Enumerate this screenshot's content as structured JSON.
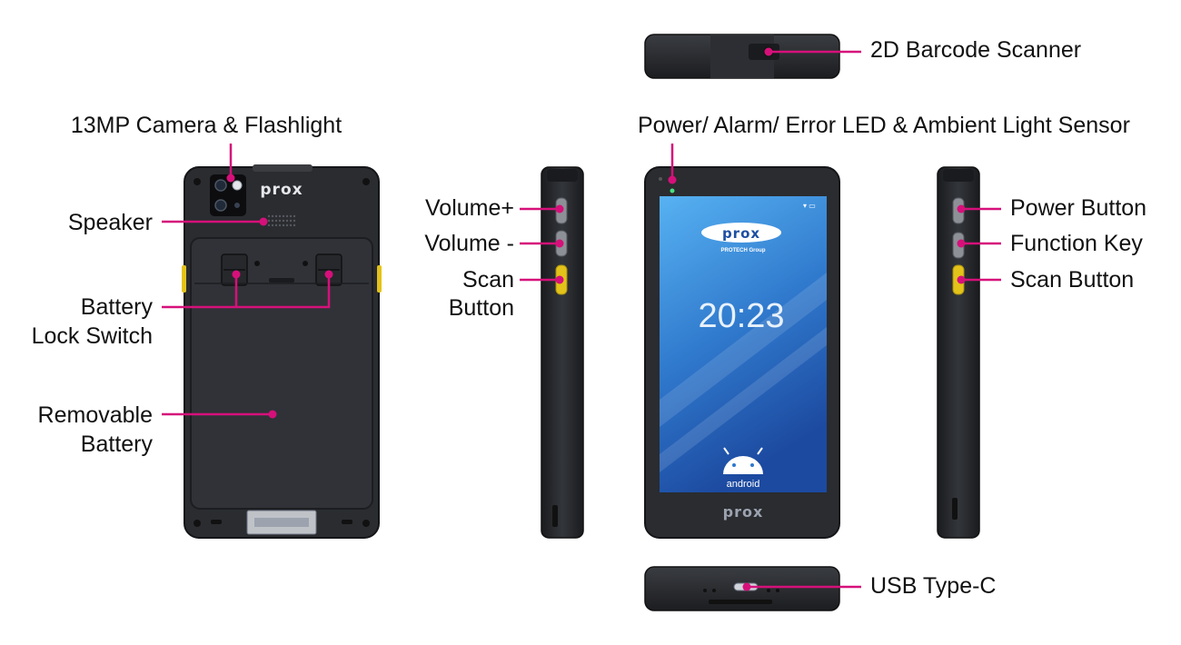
{
  "device": {
    "back_logo": "prox",
    "front_logo": "prox",
    "screen": {
      "logo": "prox",
      "group": "PROTECH Group",
      "time": "20:23",
      "os": "android"
    }
  },
  "labels": {
    "camera": "13MP Camera & Flashlight",
    "speaker": "Speaker",
    "battery_lock_1": "Battery",
    "battery_lock_2": "Lock Switch",
    "removable_1": "Removable",
    "removable_2": "Battery",
    "volume_up": "Volume+",
    "volume_down": "Volume -",
    "scan_1": "Scan",
    "scan_2": "Button",
    "barcode": "2D Barcode Scanner",
    "led": "Power/ Alarm/ Error LED & Ambient Light Sensor",
    "power": "Power Button",
    "function": "Function Key",
    "scan_button": "Scan Button",
    "usb": "USB Type-C"
  },
  "colors": {
    "callout": "#d6107a",
    "device_body": "#2b2d31",
    "device_edge": "#16171a",
    "scan_key": "#e3c31a",
    "screen_top": "#4aa3ec",
    "screen_bottom": "#1e50a8"
  }
}
